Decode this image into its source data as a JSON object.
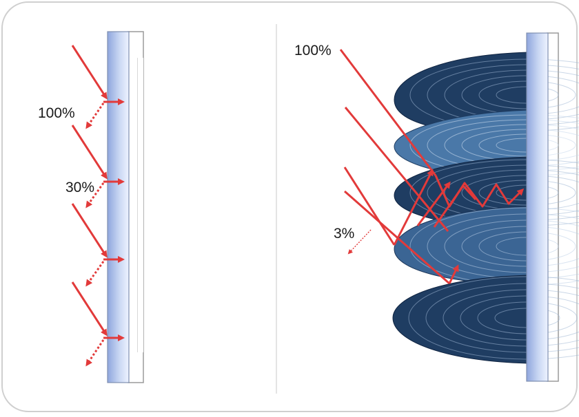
{
  "left_panel": {
    "labels": [
      "100%",
      "30%"
    ]
  },
  "right_panel": {
    "labels": [
      "100%",
      "3%"
    ]
  },
  "colors": {
    "arrow": "#e23a3a",
    "glass_light": "#e6efff",
    "glass_dark": "#8fa6dd",
    "lens_dark": "#1f3d62",
    "lens_mid": "#3c6796",
    "frame_border": "#cccccc",
    "divider": "#d9d9d9"
  }
}
